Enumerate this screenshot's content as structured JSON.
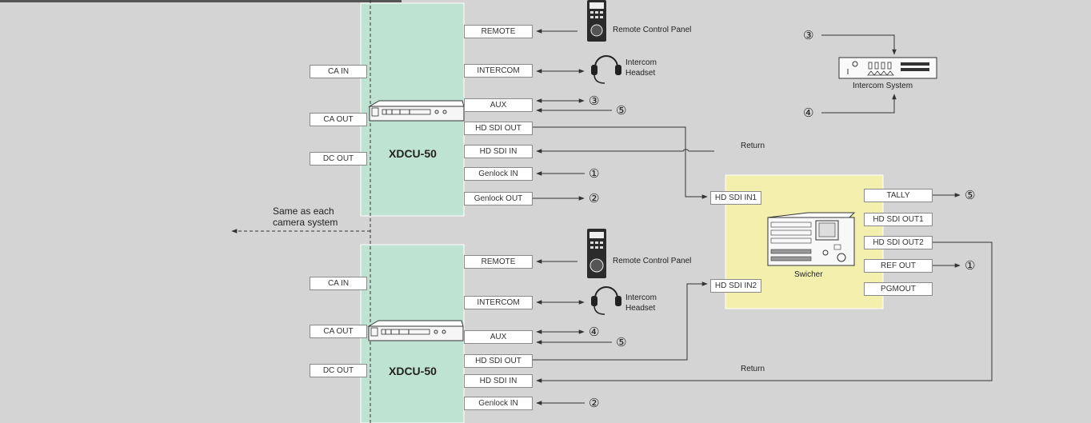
{
  "units": [
    {
      "name": "XDCU-50",
      "left_ports": [
        "CA IN",
        "CA OUT",
        "DC OUT"
      ],
      "right_ports": [
        "REMOTE",
        "INTERCOM",
        "AUX",
        "HD SDI OUT",
        "HD SDI IN",
        "Genlock IN",
        "Genlock OUT"
      ],
      "remote_panel_label": "Remote Control Panel",
      "headset_label_line1": "Intercom",
      "headset_label_line2": "Headset",
      "aux_targets": [
        "③",
        "⑤"
      ],
      "genlock_in_target": "①",
      "genlock_out_target": "②"
    },
    {
      "name": "XDCU-50",
      "left_ports": [
        "CA IN",
        "CA OUT",
        "DC OUT"
      ],
      "right_ports": [
        "REMOTE",
        "INTERCOM",
        "AUX",
        "HD SDI OUT",
        "HD SDI IN",
        "Genlock IN"
      ],
      "remote_panel_label": "Remote Control Panel",
      "headset_label_line1": "Intercom",
      "headset_label_line2": "Headset",
      "aux_targets": [
        "④",
        "⑤"
      ],
      "genlock_in_target": "②"
    }
  ],
  "same_as_note": [
    "Same as each",
    "camera system"
  ],
  "return_label": "Return",
  "intercom_system": {
    "label": "Intercom System",
    "inputs": [
      "③",
      "④"
    ]
  },
  "switcher": {
    "label": "Swicher",
    "inputs": [
      "HD SDI IN1",
      "HD SDI IN2"
    ],
    "outputs": [
      "TALLY",
      "HD SDI OUT1",
      "HD SDI OUT2",
      "REF OUT",
      "PGMOUT"
    ],
    "tally_target": "⑤",
    "ref_out_target": "①"
  },
  "colors": {
    "background": "#d4d4d4",
    "ccu_box": "#bfe3d3",
    "switcher_box": "#f3f0ae"
  }
}
